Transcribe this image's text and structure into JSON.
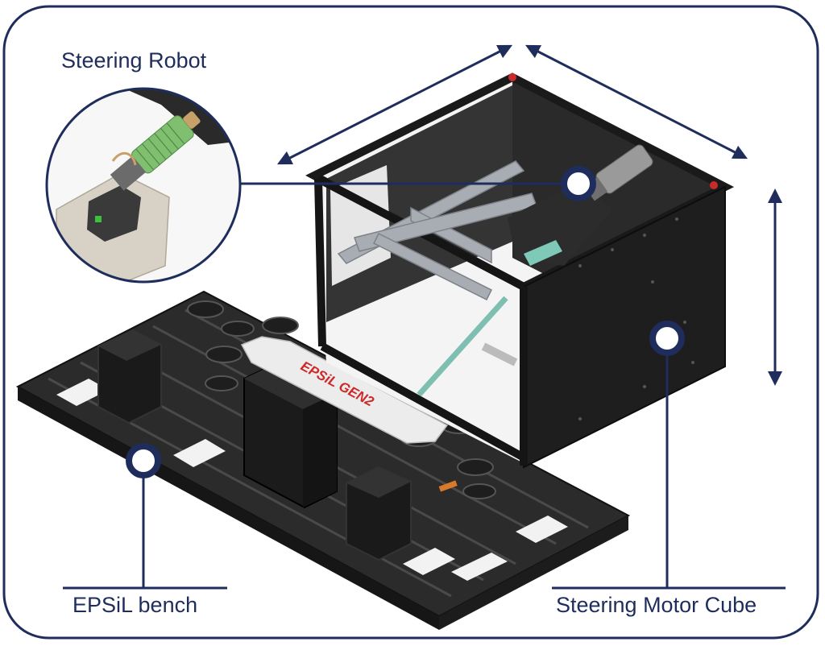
{
  "labels": {
    "steering_robot": "Steering Robot",
    "epsil_bench": "EPSiL bench",
    "steering_motor_cube": "Steering Motor Cube"
  },
  "bench_embossing": "EPSiL GEN2",
  "colors": {
    "frame_navy": "#1f2d5c",
    "machine_dark": "#262626",
    "aluminium": "#a8adb3",
    "red_accent": "#cc2a2a",
    "white_panel": "#ececec",
    "green_motor": "#7fbf6f"
  }
}
